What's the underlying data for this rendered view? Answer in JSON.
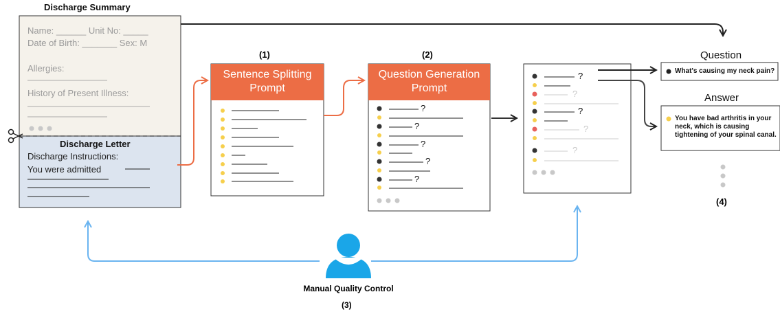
{
  "summary": {
    "title": "Discharge Summary",
    "name_line": "Name: ______ Unit No: _____",
    "dob_line": "Date of Birth: _______ Sex: M",
    "allergies": "Allergies:",
    "history": "History of Present Illness:"
  },
  "letter": {
    "title": "Discharge Letter",
    "instructions": "Discharge Instructions:",
    "admitted": "You were admitted"
  },
  "step1": {
    "number": "(1)",
    "title_line1": "Sentence Splitting",
    "title_line2": "Prompt"
  },
  "step2": {
    "number": "(2)",
    "title_line1": "Question Generation",
    "title_line2": "Prompt"
  },
  "step3": {
    "label": "Manual Quality Control",
    "number": "(3)"
  },
  "step4": {
    "number": "(4)",
    "question_header": "Question",
    "answer_header": "Answer",
    "question_text": "What's causing my neck pain?",
    "answer_line1": "You have bad arthritis in your",
    "answer_line2": "neck, which is causing",
    "answer_line3": "tightening of your spinal canal."
  },
  "question_mark": "?",
  "colors": {
    "orange": "#ec6d45",
    "blue": "#6ab4f0",
    "person": "#1aa6e8",
    "yellow": "#f6cf4c",
    "red": "#e8615b",
    "dark": "#333333",
    "summary_bg": "#f5f2eb",
    "letter_bg": "#dce4ef"
  },
  "icons": [
    "scissors-icon",
    "person-icon"
  ]
}
